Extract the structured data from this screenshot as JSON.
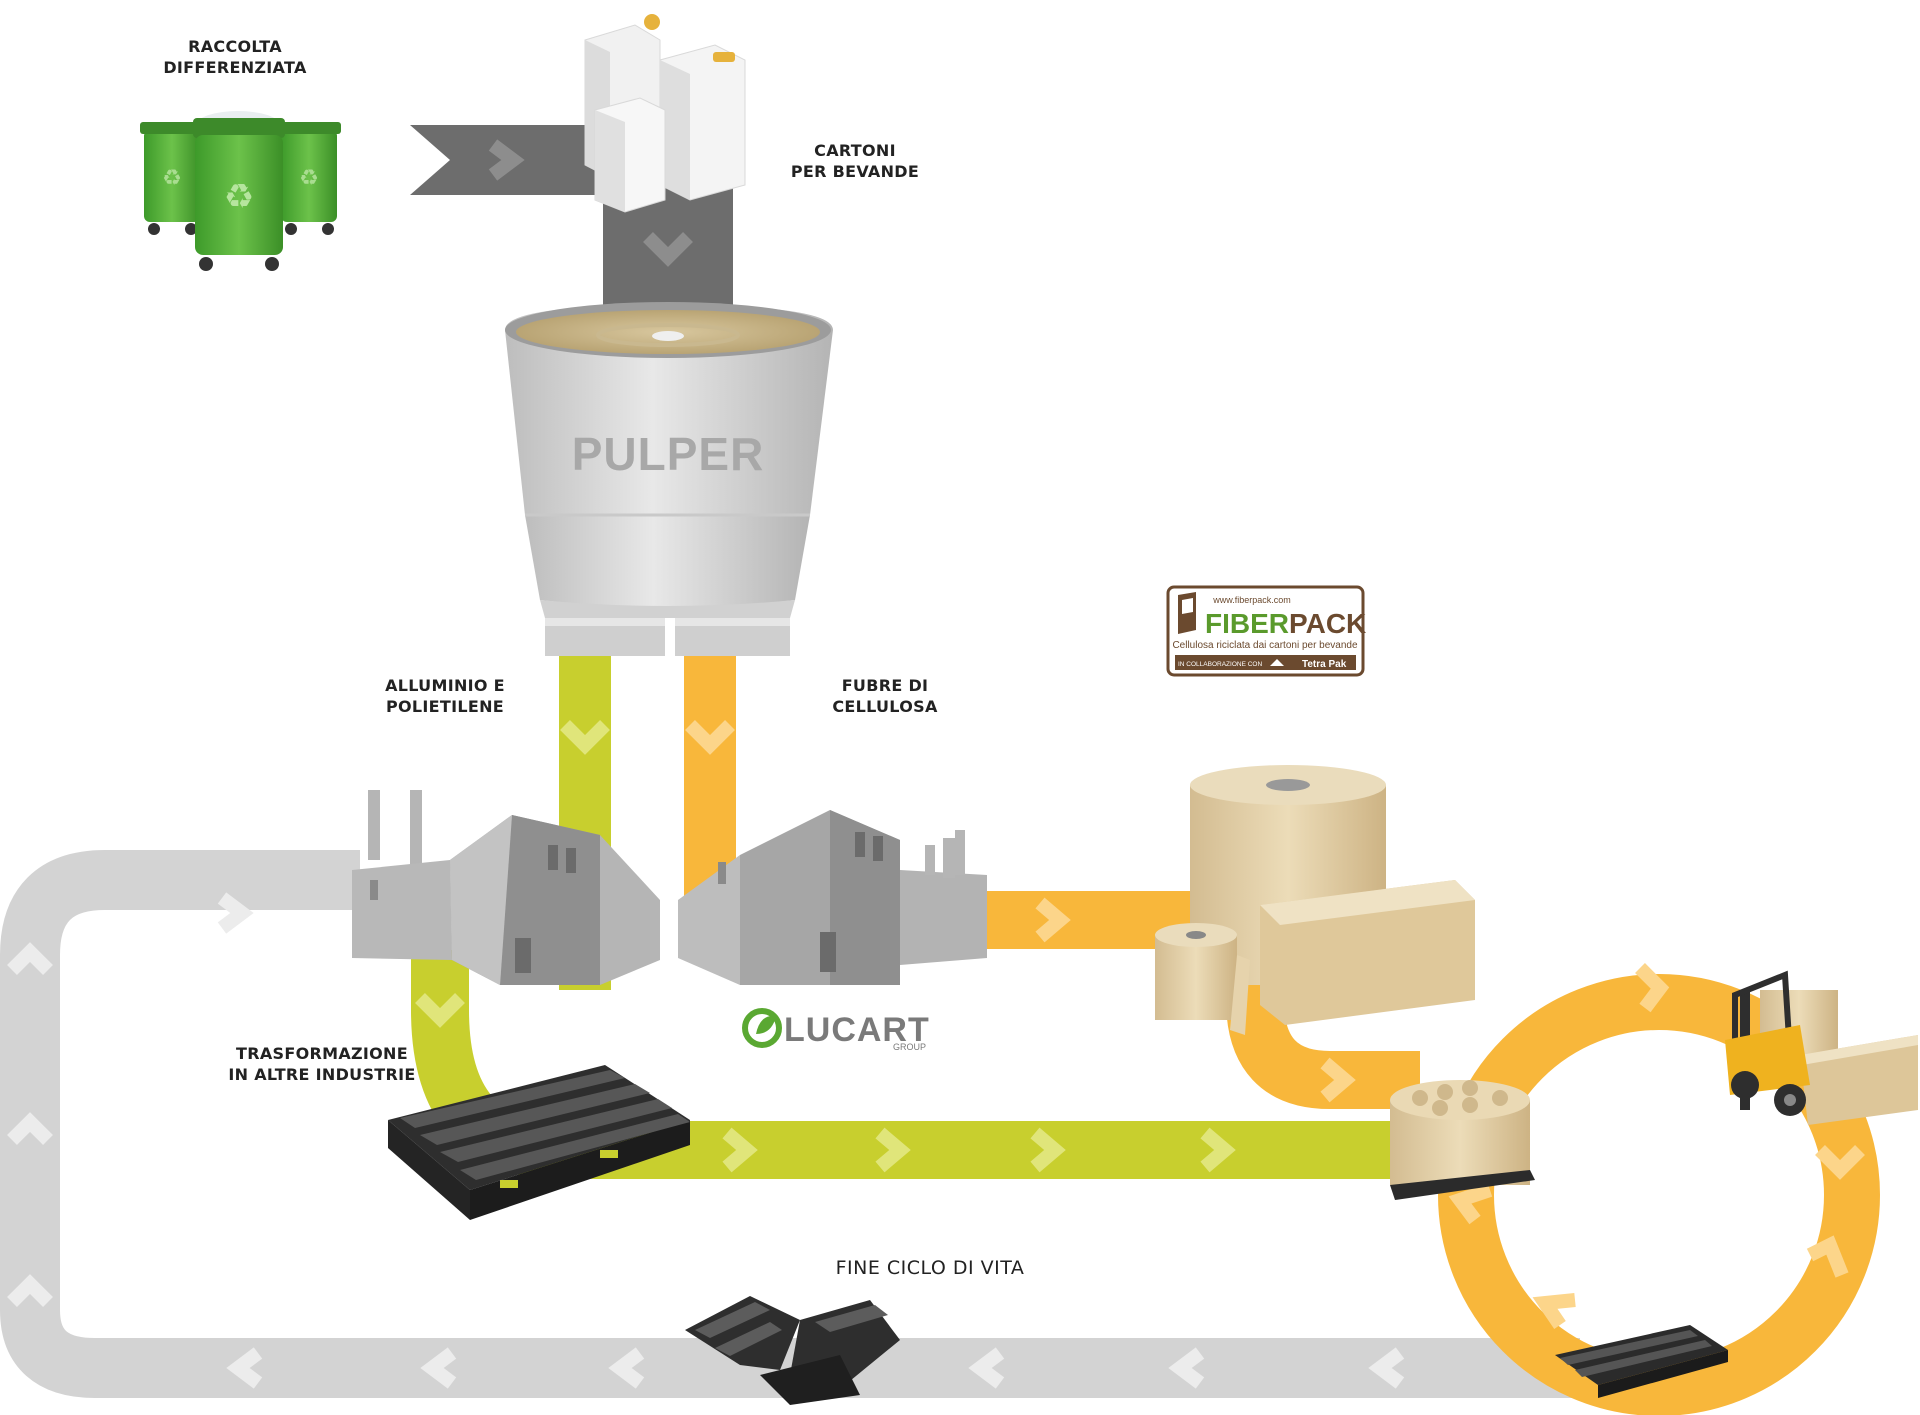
{
  "labels": {
    "collection": [
      "RACCOLTA",
      "DIFFERENZIATA"
    ],
    "cartons": [
      "CARTONI",
      "PER BEVANDE"
    ],
    "pulper": "PULPER",
    "aluminum": [
      "ALLUMINIO E",
      "POLIETILENE"
    ],
    "fibers": [
      "FUBRE DI",
      "CELLULOSA"
    ],
    "transformation": [
      "TRASFORMAZIONE",
      "IN ALTRE INDUSTRIE"
    ],
    "end_of_life": "FINE CICLO DI VITA"
  },
  "fiberpack": {
    "url": "www.fiberpack.com",
    "brand_a": "FIBER",
    "brand_b": "PACK",
    "tagline": "Cellulosa riciclata dai cartoni per bevande",
    "collab": "IN COLLABORAZIONE CON",
    "partner": "Tetra Pak"
  },
  "lucart": {
    "name": "LUCART",
    "group": "GROUP"
  },
  "colors": {
    "gray_flow": "#d3d3d3",
    "dark_flow": "#6d6d6d",
    "green_flow": "#c8cf2e",
    "orange_flow": "#f8b73b",
    "chevron": "#ffffff",
    "bin_green": "#4aa633",
    "factory": "#a5a5a5",
    "pallet": "#2b2b2b",
    "paper": "#e2cda5",
    "fiberpack_brown": "#6b4a2f",
    "lucart_green": "#5aa832"
  },
  "icons": {
    "bins": "recycling-bin-icon",
    "cartons": "beverage-carton-icon",
    "pulper": "pulper-tank-icon",
    "factory": "factory-icon",
    "forklift": "forklift-icon",
    "pallet": "pallet-icon",
    "paper": "paper-products-icon"
  }
}
